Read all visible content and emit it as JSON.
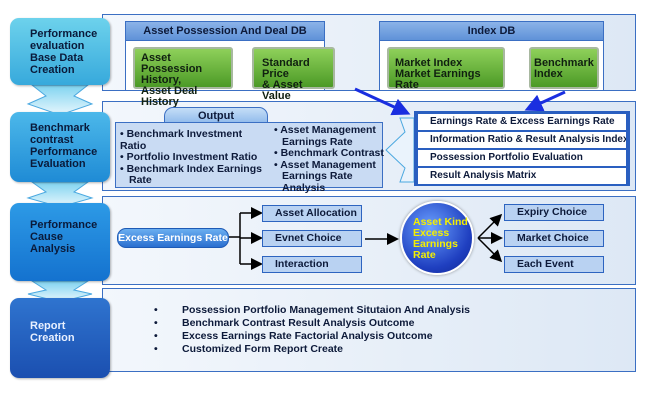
{
  "stages": [
    {
      "label_lines": [
        "Performance",
        "evaluation",
        "Base Data",
        "Creation"
      ]
    },
    {
      "label_lines": [
        "Benchmark",
        "contrast",
        "Performance",
        "Evaluation"
      ]
    },
    {
      "label_lines": [
        "Performance",
        "Cause",
        "Analysis"
      ]
    },
    {
      "label_lines": [
        "Report",
        "Creation"
      ]
    }
  ],
  "asset_db": {
    "title": "Asset Possession And Deal DB",
    "source_lines": [
      "Asset Possession",
      "History,",
      "Asset Deal History"
    ],
    "target_lines": [
      "Standard Price",
      "& Asset Value"
    ]
  },
  "index_db": {
    "title": "Index DB",
    "source_lines": [
      "Market Index",
      "Market Earnings Rate"
    ],
    "target_lines": [
      "Benchmark",
      "Index"
    ]
  },
  "output": {
    "title": "Output",
    "left_items": [
      "Benchmark Investment Ratio",
      "Portfolio Investment Ratio",
      "Benchmark Index Earnings Rate"
    ],
    "right_items": [
      "Asset Management Earnings Rate",
      "Benchmark Contrast",
      "Asset Management Earnings Rate Analysis"
    ]
  },
  "evaluation_list": [
    "Earnings Rate & Excess Earnings Rate",
    "Information Ratio & Result Analysis Index",
    "Possession Portfolio Evaluation",
    "Result Analysis Matrix"
  ],
  "cause": {
    "source": "Excess Earnings Rate",
    "factors": [
      "Asset Allocation",
      "Evnet Choice",
      "Interaction"
    ],
    "center_lines": [
      "Asset Kind",
      "Excess",
      "Earnings",
      "Rate"
    ],
    "choices": [
      "Expiry Choice",
      "Market Choice",
      "Each Event"
    ]
  },
  "report_items": [
    "Possession Portfolio Management Situtaion And Analysis",
    "Benchmark Contrast Result Analysis Outcome",
    "Excess Earnings Rate Factorial Analysis Outcome",
    "Customized Form Report Create"
  ],
  "colors": {
    "accent_blue": "#2a5fc0",
    "green_box": "#6ab63e",
    "circle_text": "#f5f000"
  }
}
